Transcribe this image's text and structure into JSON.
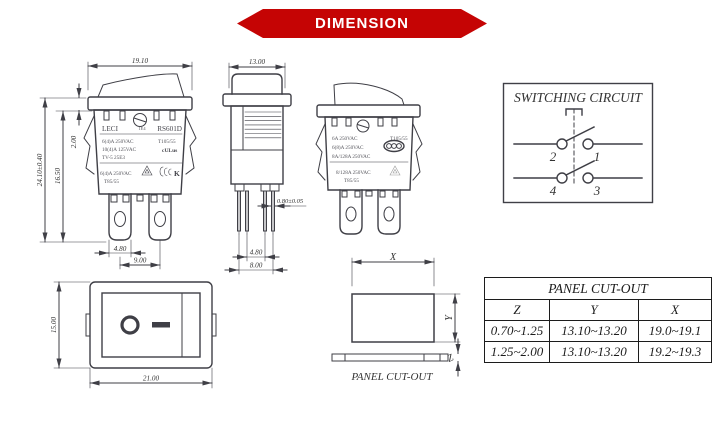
{
  "banner": {
    "label": "DIMENSION",
    "bg": "#c50404"
  },
  "front_view": {
    "dim_width": "19.10",
    "dim_total_height": "24.10±0.40",
    "dim_body_height": "16.50",
    "dim_flange": "2.00",
    "dim_terminal_width": "4.80",
    "dim_terminal_spacing": "9.00",
    "brand": "LECI",
    "cert_no": "1E4",
    "model": "RS601D",
    "rating1": "6(4)A 250VAC",
    "temp1": "T105/55",
    "rating2": "10(4)A 125VAC",
    "ul_mark": "cULus",
    "rating3": "TV-5  25E3",
    "rating4": "6(4)A 250VAC",
    "temp2": "T85/55",
    "k_mark": "K"
  },
  "side_view": {
    "dim_width": "13.00",
    "dim_pin_thickness": "0.80±0.05",
    "dim_span_inner": "4.80",
    "dim_span_outer": "8.00"
  },
  "right_view": {
    "rating1": "6A  250VAC",
    "temp1": "T105/55",
    "rating2": "6(8)A 250VAC",
    "rating3": "8A/128A 250VAC",
    "rating4": "8/128A 250VAC",
    "temp2": "T85/55"
  },
  "circuit": {
    "title": "SWITCHING CIRCUIT",
    "t1": "1",
    "t2": "2",
    "t3": "3",
    "t4": "4"
  },
  "top_view": {
    "dim_width": "21.00",
    "dim_height": "15.00"
  },
  "cutout": {
    "x": "X",
    "y": "Y",
    "z": "Z",
    "caption": "PANEL CUT-OUT"
  },
  "table": {
    "title": "PANEL CUT-OUT",
    "col_z": "Z",
    "col_y": "Y",
    "col_x": "X",
    "rows": [
      {
        "z": "0.70~1.25",
        "y": "13.10~13.20",
        "x": "19.0~19.1"
      },
      {
        "z": "1.25~2.00",
        "y": "13.10~13.20",
        "x": "19.2~19.3"
      }
    ]
  }
}
